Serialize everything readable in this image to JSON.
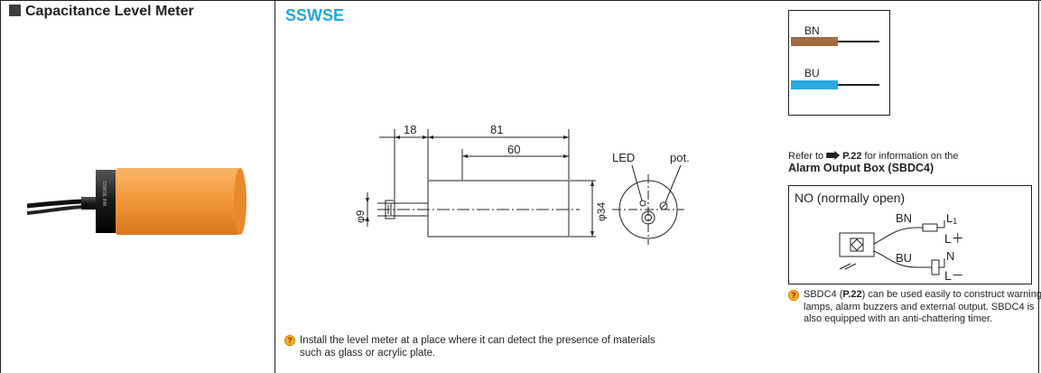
{
  "header": {
    "section_title": "Capacitance Level Meter",
    "model_name": "SSWSE"
  },
  "drawing": {
    "dim_overall": "81",
    "dim_cable": "18",
    "dim_body": "60",
    "dim_cable_dia": "φ9",
    "dim_body_dia": "φ34",
    "label_led": "LED",
    "label_pot": "pot."
  },
  "wiring": {
    "wire_brown_label": "BN",
    "wire_blue_label": "BU",
    "wire_brown_color": "#a06a42",
    "wire_blue_color": "#27a8e0"
  },
  "alarm_ref": {
    "prefix": "Refer to",
    "page_ref": "P.22",
    "suffix": "for information on the",
    "title": "Alarm Output Box (SBDC4)"
  },
  "circuit": {
    "mode_title": "NO (normally open)",
    "bn": "BN",
    "bu": "BU",
    "l1": "L",
    "l1_sub": "1",
    "l_plus": "L＋",
    "n": "N",
    "l_minus": "L－"
  },
  "notes": {
    "install": "Install the level meter at a place where it can detect the presence of materials such as glass or acrylic plate.",
    "sbdc_model": "SBDC4",
    "sbdc_page": "P.22",
    "sbdc_text": "can be used easily to construct warning lamps, alarm buzzers and external output. SBDC4 is also equipped with an anti-chattering timer."
  },
  "colors": {
    "accent_blue": "#22a6e0",
    "sensor_orange": "#f29a3a",
    "note_icon": "#f4b326"
  }
}
